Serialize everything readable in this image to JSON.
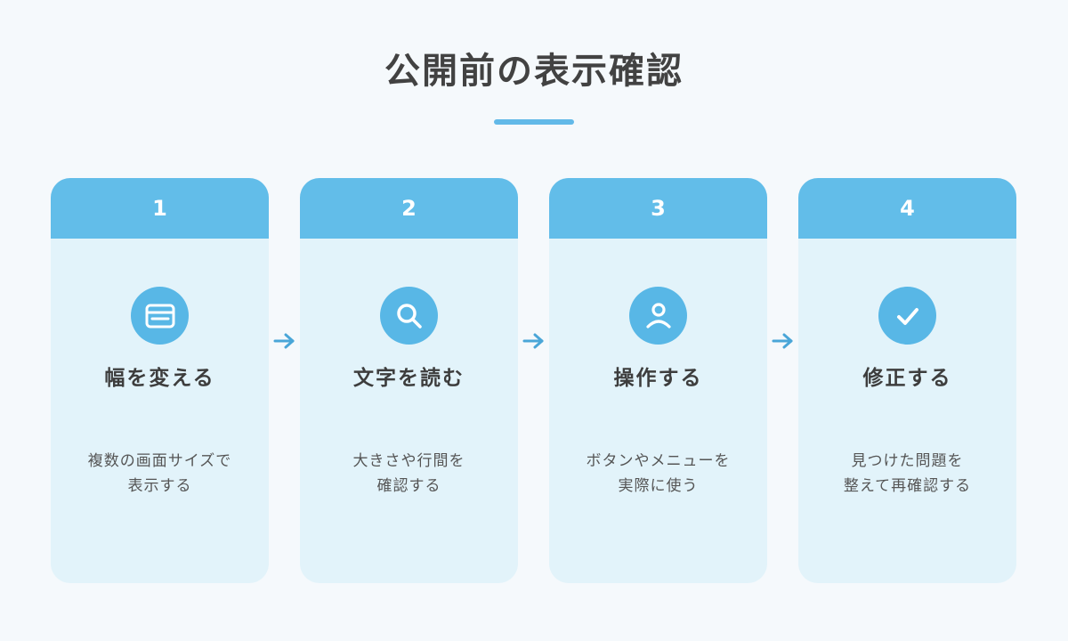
{
  "title": "公開前の表示確認",
  "colors": {
    "background": "#f5f9fc",
    "accent": "#62bde9",
    "card_body": "#e2f3fa",
    "text": "#424242"
  },
  "steps": [
    {
      "number": "1",
      "icon": "browser-window-icon",
      "title": "幅を変える",
      "desc_lines": [
        "複数の画面サイズで",
        "表示する"
      ]
    },
    {
      "number": "2",
      "icon": "magnifier-icon",
      "title": "文字を読む",
      "desc_lines": [
        "大きさや行間を",
        "確認する"
      ]
    },
    {
      "number": "3",
      "icon": "user-icon",
      "title": "操作する",
      "desc_lines": [
        "ボタンやメニューを",
        "実際に使う"
      ]
    },
    {
      "number": "4",
      "icon": "checkmark-icon",
      "title": "修正する",
      "desc_lines": [
        "見つけた問題を",
        "整えて再確認する"
      ]
    }
  ]
}
